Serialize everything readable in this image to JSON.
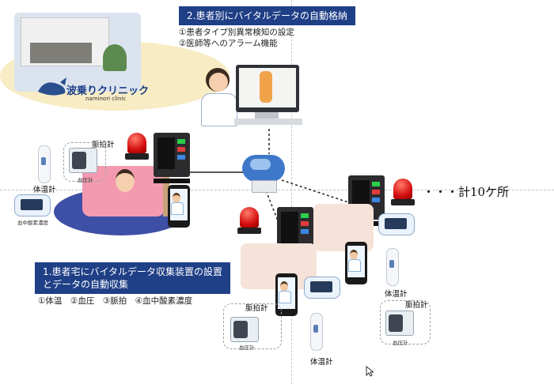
{
  "clinic": {
    "name_jp": "波乗りクリニック",
    "name_en": "naminori clinic"
  },
  "section2": {
    "title": "2.患者別にバイタルデータの自動格納",
    "items": [
      "①患者タイプ別異常検知の設定",
      "②医師等へのアラーム機能"
    ]
  },
  "section1": {
    "title_line1": "1.患者宅にバイタルデータ収集装置の設置",
    "title_line2": "とデータの自動収集",
    "items": "①体温　②血圧　③脈拍　④血中酸素濃度"
  },
  "labels": {
    "pulse": "脈拍計",
    "bp": "血圧計",
    "thermo": "体温計",
    "oximeter": "血中酸素濃度",
    "total": "・・・計10ケ所"
  },
  "colors": {
    "banner": "#1f3f86",
    "lamp": "#d40f0f",
    "server_light": "#2ad04a"
  }
}
